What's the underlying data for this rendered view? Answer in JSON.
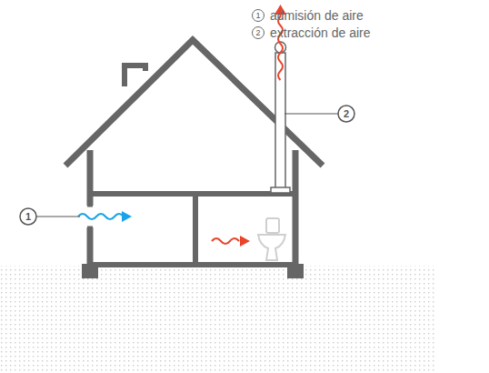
{
  "diagram": {
    "labels": [
      "1",
      "2",
      "1",
      "2"
    ],
    "legend": [
      {
        "text": "admisión de aire"
      },
      {
        "text": "extracción de aire"
      }
    ]
  }
}
